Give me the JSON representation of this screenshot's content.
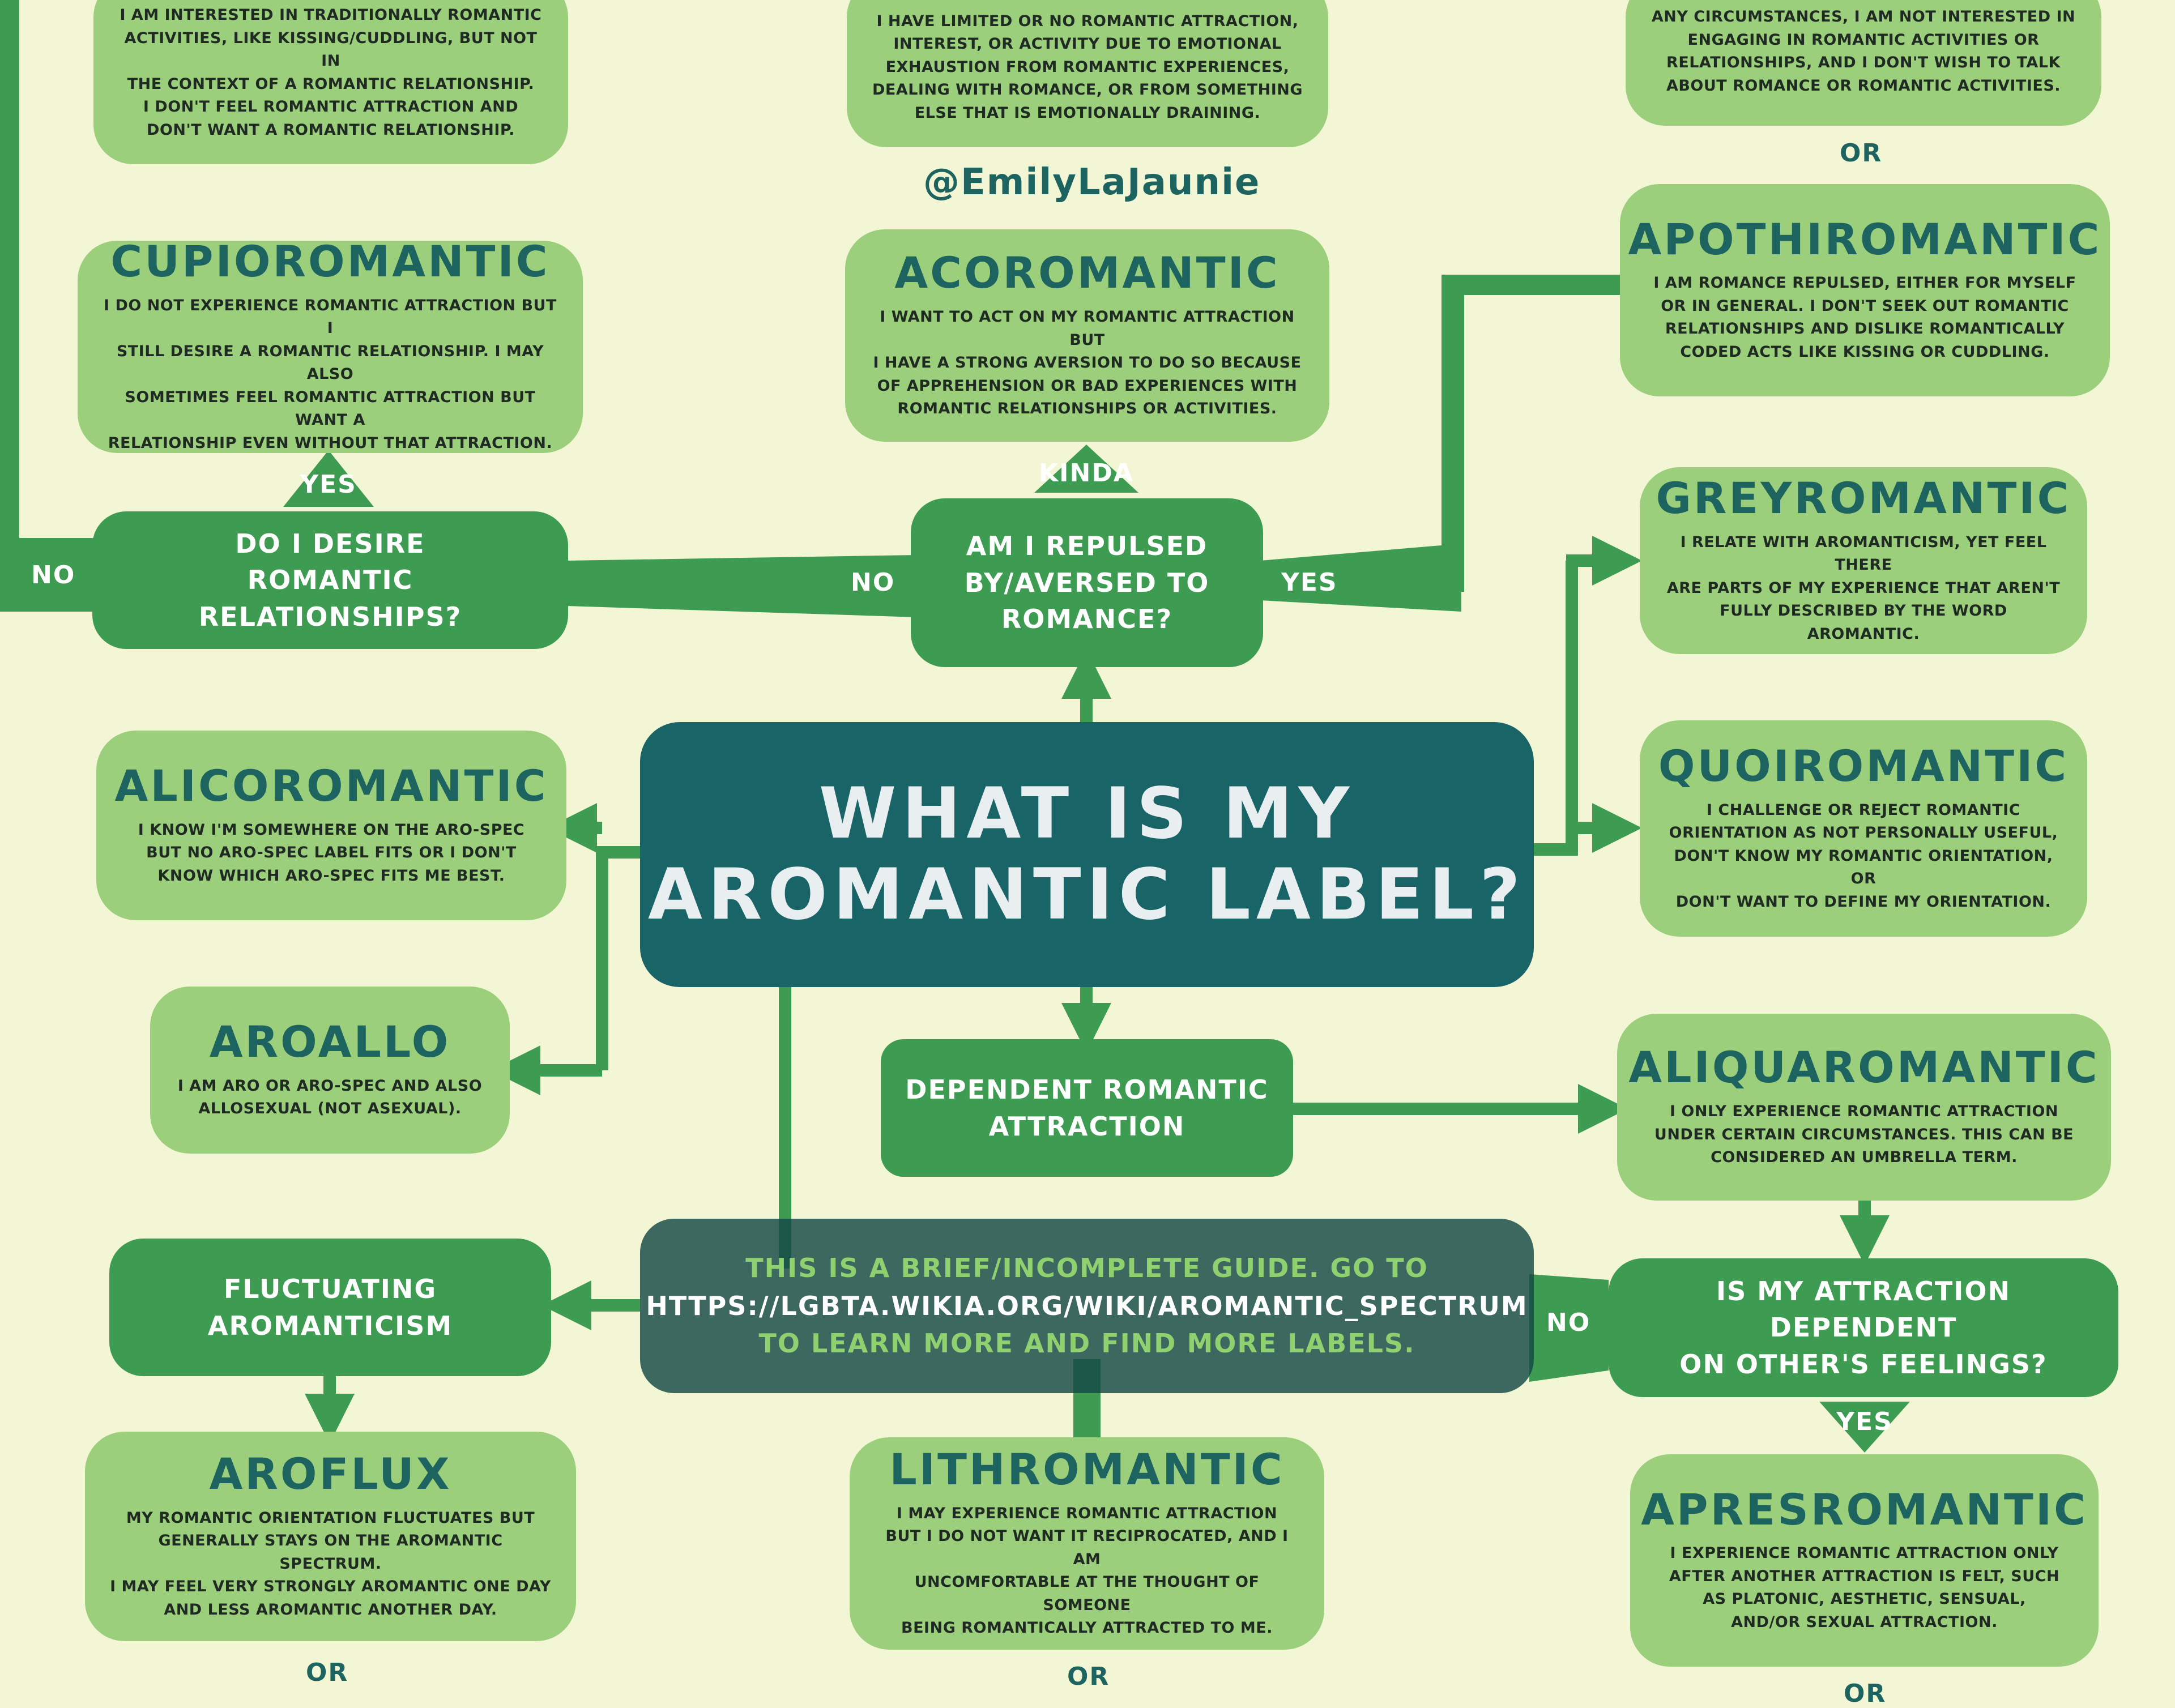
{
  "center": {
    "line1": "WHAT IS MY",
    "line2": "AROMANTIC LABEL?"
  },
  "credit": "@EmilyLaJaunie",
  "note": {
    "line1": "THIS IS A BRIEF/INCOMPLETE GUIDE. GO TO",
    "line2": "HTTPS://LGBTA.WIKIA.ORG/WIKI/AROMANTIC_SPECTRUM",
    "line3": "TO LEARN MORE AND FIND MORE LABELS."
  },
  "labels": {
    "top_left_partial": {
      "desc": [
        "I AM INTERESTED IN TRADITIONALLY ROMANTIC",
        "ACTIVITIES, LIKE KISSING/CUDDLING, BUT NOT IN",
        "THE CONTEXT OF A ROMANTIC RELATIONSHIP.",
        "I DON'T FEEL ROMANTIC ATTRACTION AND",
        "DON'T WANT A ROMANTIC RELATIONSHIP."
      ]
    },
    "top_center_partial": {
      "desc": [
        "I HAVE LIMITED OR NO ROMANTIC ATTRACTION,",
        "INTEREST, OR ACTIVITY DUE TO EMOTIONAL",
        "EXHAUSTION FROM ROMANTIC EXPERIENCES,",
        "DEALING WITH ROMANCE, OR FROM SOMETHING",
        "ELSE THAT IS EMOTIONALLY DRAINING."
      ]
    },
    "top_right_partial": {
      "desc": [
        "ANY CIRCUMSTANCES, I AM NOT INTERESTED IN",
        "ENGAGING IN ROMANTIC ACTIVITIES OR",
        "RELATIONSHIPS, AND I DON'T WISH TO TALK",
        "ABOUT ROMANCE OR ROMANTIC ACTIVITIES."
      ]
    },
    "cupioromantic": {
      "title": "CUPIOROMANTIC",
      "desc": [
        "I DO NOT EXPERIENCE ROMANTIC ATTRACTION BUT I",
        "STILL DESIRE A ROMANTIC RELATIONSHIP. I MAY ALSO",
        "SOMETIMES FEEL ROMANTIC ATTRACTION BUT WANT A",
        "RELATIONSHIP EVEN WITHOUT THAT ATTRACTION."
      ]
    },
    "acoromantic": {
      "title": "ACOROMANTIC",
      "desc": [
        "I WANT TO ACT ON MY ROMANTIC ATTRACTION BUT",
        "I HAVE A STRONG AVERSION TO DO SO BECAUSE",
        "OF APPREHENSION OR BAD EXPERIENCES WITH",
        "ROMANTIC RELATIONSHIPS OR ACTIVITIES."
      ]
    },
    "apothiromantic": {
      "title": "APOTHIROMANTIC",
      "desc": [
        "I AM ROMANCE REPULSED, EITHER FOR MYSELF",
        "OR IN GENERAL. I DON'T SEEK OUT ROMANTIC",
        "RELATIONSHIPS AND DISLIKE ROMANTICALLY",
        "CODED ACTS LIKE KISSING OR CUDDLING."
      ]
    },
    "greyromantic": {
      "title": "GREYROMANTIC",
      "desc": [
        "I RELATE WITH AROMANTICISM, YET FEEL THERE",
        "ARE PARTS OF MY EXPERIENCE THAT AREN'T",
        "FULLY DESCRIBED BY THE WORD AROMANTIC."
      ]
    },
    "quoiromantic": {
      "title": "QUOIROMANTIC",
      "desc": [
        "I CHALLENGE OR REJECT ROMANTIC",
        "ORIENTATION AS NOT PERSONALLY USEFUL,",
        "DON'T KNOW MY ROMANTIC ORIENTATION, OR",
        "DON'T WANT TO DEFINE MY ORIENTATION."
      ]
    },
    "alicoromantic": {
      "title": "ALICOROMANTIC",
      "desc": [
        "I KNOW I'M SOMEWHERE ON THE ARO-SPEC",
        "BUT NO ARO-SPEC LABEL FITS OR I DON'T",
        "KNOW WHICH ARO-SPEC FITS ME BEST."
      ]
    },
    "aroallo": {
      "title": "AROALLO",
      "desc": [
        "I AM ARO OR ARO-SPEC AND ALSO",
        "ALLOSEXUAL (NOT ASEXUAL)."
      ]
    },
    "aliquaromantic": {
      "title": "ALIQUAROMANTIC",
      "desc": [
        "I ONLY EXPERIENCE ROMANTIC ATTRACTION",
        "UNDER CERTAIN CIRCUMSTANCES. THIS CAN BE",
        "CONSIDERED AN UMBRELLA TERM."
      ]
    },
    "aroflux": {
      "title": "AROFLUX",
      "desc": [
        "MY ROMANTIC ORIENTATION FLUCTUATES BUT",
        "GENERALLY STAYS ON THE AROMANTIC SPECTRUM.",
        "I MAY FEEL VERY STRONGLY AROMANTIC ONE DAY",
        "AND LESS AROMANTIC ANOTHER DAY."
      ]
    },
    "lithromantic": {
      "title": "LITHROMANTIC",
      "desc": [
        "I MAY EXPERIENCE ROMANTIC ATTRACTION",
        "BUT I DO NOT WANT IT RECIPROCATED, AND I AM",
        "UNCOMFORTABLE AT THE THOUGHT OF SOMEONE",
        "BEING ROMANTICALLY ATTRACTED TO ME."
      ]
    },
    "apresromantic": {
      "title": "APRESROMANTIC",
      "desc": [
        "I EXPERIENCE ROMANTIC ATTRACTION ONLY",
        "AFTER ANOTHER ATTRACTION IS FELT, SUCH",
        "AS PLATONIC, AESTHETIC, SENSUAL,",
        "AND/OR SEXUAL ATTRACTION."
      ]
    }
  },
  "questions": {
    "desire": [
      "DO I DESIRE",
      "ROMANTIC RELATIONSHIPS?"
    ],
    "repulsed": [
      "AM I REPULSED",
      "BY/AVERSED TO",
      "ROMANCE?"
    ],
    "dependent": [
      "DEPENDENT ROMANTIC",
      "ATTRACTION"
    ],
    "others_feelings": [
      "IS MY ATTRACTION DEPENDENT",
      "ON OTHER'S FEELINGS?"
    ],
    "fluctuating": [
      "FLUCTUATING",
      "AROMANTICISM"
    ]
  },
  "edges": {
    "no": "NO",
    "yes": "YES",
    "kinda": "KINDA",
    "or": "OR"
  },
  "colors": {
    "background": "#f3f6d4",
    "label_box": "#9ccf7c",
    "question_box": "#3d9c52",
    "center_box": "#186466",
    "title_text": "#1d6460"
  }
}
